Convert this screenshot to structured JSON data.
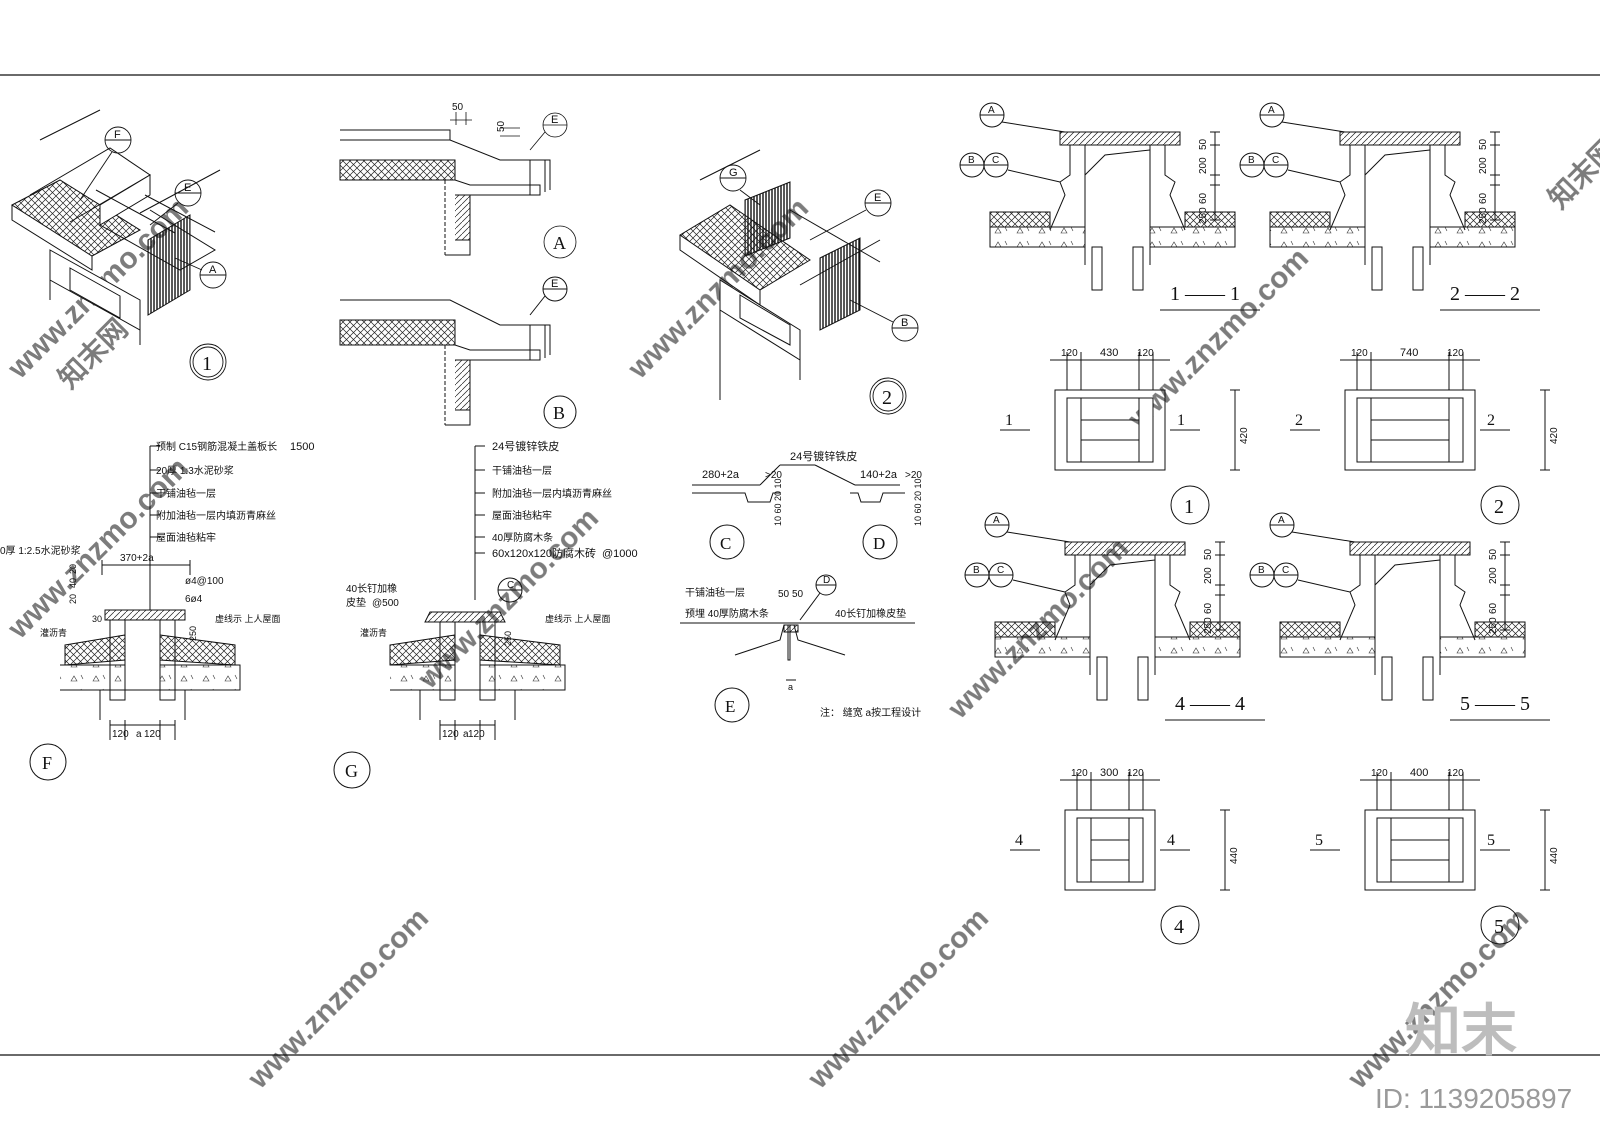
{
  "watermark": {
    "site": "www.znzmo.com",
    "brand": "知末网",
    "brand_big": "知末",
    "id_label": "ID: 1139205897"
  },
  "details": {
    "d1": {
      "label": "1",
      "tags": [
        "F",
        "E",
        "A"
      ]
    },
    "d2": {
      "label": "2",
      "tags": [
        "G",
        "E",
        "B"
      ]
    },
    "dA": {
      "label": "A",
      "tag": "E",
      "dims": [
        "50",
        "50"
      ]
    },
    "dB": {
      "label": "B",
      "tag": "E"
    },
    "dF": {
      "label": "F",
      "notes": [
        "预制 C15钢筋混凝土盖板长",
        "20厚 1:3水泥砂浆",
        "干铺油毡一层",
        "附加油毡一层内填沥青麻丝",
        "屋面油毡粘牢"
      ],
      "length": "1500",
      "left_note": "0厚 1:2.5水泥砂浆",
      "top_dim": "370+2a",
      "rebar1": "ø4@100",
      "rebar2": "6ø4",
      "dims_left": [
        "20",
        "40",
        "20"
      ],
      "dim_30": "30",
      "seal": "灌沥青",
      "roof": "虚线示 上人屋面",
      "h": "250",
      "bottom_dims": [
        "120",
        "a",
        "120"
      ]
    },
    "dG": {
      "label": "G",
      "notes": [
        "24号镀锌铁皮",
        "干铺油毡一层",
        "附加油毡一层内填沥青麻丝",
        "屋面油毡粘牢",
        "40厚防腐木条",
        "60x120x120防腐木砖"
      ],
      "spacing": "@1000",
      "nail_note_1": "40长钉加橡",
      "nail_note_2": "皮垫",
      "nail_spacing": "@500",
      "tag": "C",
      "seal": "灌沥青",
      "roof": "虚线示 上人屋面",
      "h": "250",
      "bottom_dims": [
        "120",
        "a",
        "120"
      ]
    },
    "dC": {
      "label": "C",
      "width": "280+2a",
      "over": ">20",
      "dims": "10 60 20 10"
    },
    "dD": {
      "label": "D",
      "width": "140+2a",
      "over": ">20",
      "dims": "10 60 20 10",
      "title": "24号镀锌铁皮"
    },
    "dE": {
      "label": "E",
      "left1": "干铺油毡一层",
      "left2": "预埋  40厚防腐木条",
      "dims": [
        "50",
        "50"
      ],
      "tag": "D",
      "right": "40长钉加橡皮垫",
      "bottom": "a",
      "note": "注：  缝宽   a按工程设计"
    }
  },
  "sections": [
    {
      "id": "1-1",
      "title": "1 —— 1",
      "tags": [
        "A",
        "B",
        "C"
      ],
      "dims": [
        "50",
        "200",
        "60",
        "250"
      ]
    },
    {
      "id": "2-2",
      "title": "2 —— 2",
      "tags": [
        "A",
        "B",
        "C"
      ],
      "dims": [
        "50",
        "200",
        "60",
        "250"
      ]
    },
    {
      "id": "4-4",
      "title": "4 —— 4",
      "tags": [
        "A",
        "B",
        "C"
      ],
      "dims": [
        "50",
        "200",
        "60",
        "250"
      ]
    },
    {
      "id": "5-5",
      "title": "5 —— 5",
      "tags": [
        "A",
        "B",
        "C"
      ],
      "dims": [
        "50",
        "200",
        "60",
        "250"
      ]
    }
  ],
  "plans": [
    {
      "id": "1",
      "label": "1",
      "top": [
        "120",
        "430",
        "120"
      ],
      "side": "420",
      "cut": "1"
    },
    {
      "id": "2",
      "label": "2",
      "top": [
        "120",
        "740",
        "120"
      ],
      "side": "420",
      "cut": "2"
    },
    {
      "id": "4",
      "label": "4",
      "top": [
        "120",
        "300",
        "120"
      ],
      "side": "440",
      "cut": "4"
    },
    {
      "id": "5",
      "label": "5",
      "top": [
        "120",
        "400",
        "120"
      ],
      "side": "440",
      "cut": "5"
    }
  ]
}
